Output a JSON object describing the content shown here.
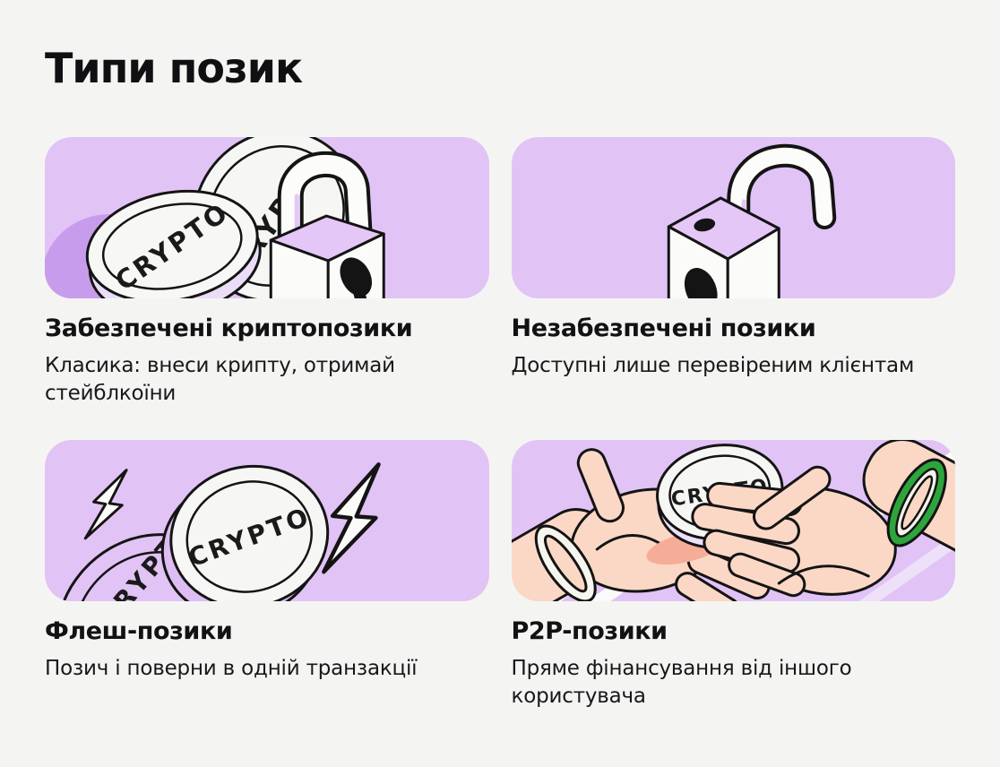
{
  "page": {
    "title": "Типи позик",
    "background_color": "#F4F5F2"
  },
  "colors": {
    "card_background": "#E2C3F6",
    "accent_blob": "#C89CEC",
    "outline": "#141414",
    "coin_face": "#F6F6F4",
    "coin_rim": "#EBDDF7",
    "skin": "#FBD8C6",
    "skin_shade": "#F6AD98",
    "bracelet_green": "#2EA53C",
    "stripe_white": "#FAFAF8",
    "text": "#121214"
  },
  "coin_label": "CRYPTO",
  "cards": [
    {
      "id": "secured",
      "illustration": "crypto-coins-and-locked-padlock",
      "heading": "Забезпечені криптопозики",
      "body": "Класика: внеси крипту, отримай стейблкоїни"
    },
    {
      "id": "unsecured",
      "illustration": "open-padlock",
      "heading": "Незабезпечені позики",
      "body": "Доступні лише перевіреним клієнтам"
    },
    {
      "id": "flash",
      "illustration": "crypto-coin-with-lightning-bolts",
      "heading": "Флеш-позики",
      "body": "Позич і поверни в одній транзакції"
    },
    {
      "id": "p2p",
      "illustration": "hands-exchanging-crypto-coin",
      "heading": "P2P-позики",
      "body": "Пряме фінансування від іншого користувача"
    }
  ]
}
